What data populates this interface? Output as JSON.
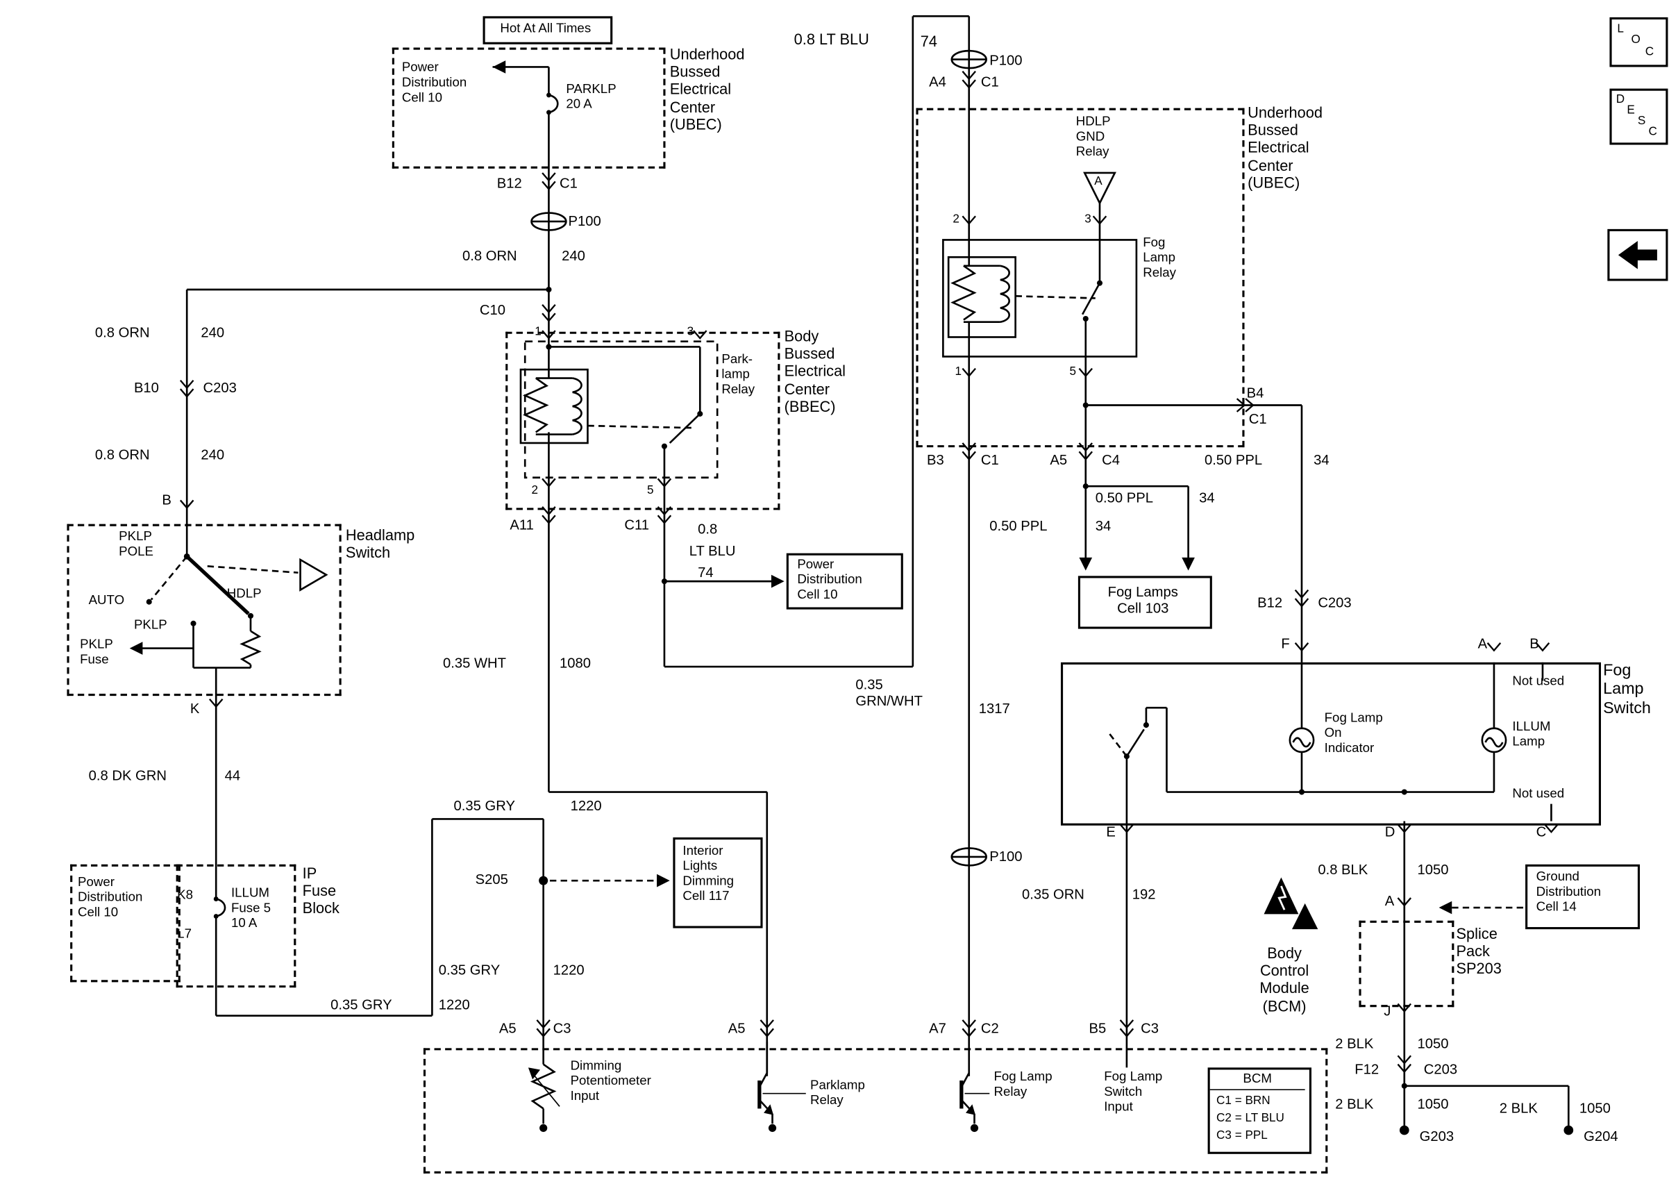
{
  "nav": {
    "loc": [
      "L",
      "O",
      "C"
    ],
    "desc": [
      "D",
      "E",
      "S",
      "C"
    ]
  },
  "note": "Hot At All Times",
  "boxes": {
    "ubec_left": "Underhood Bussed Electrical Center (UBEC)",
    "bbec": "Body Bussed Electrical Center (BBEC)",
    "ubec_right": "Underhood Bussed Electrical Center (UBEC)",
    "headlamp_switch": "Headlamp Switch",
    "ip_fuse_block": "IP Fuse Block",
    "fog_lamp_switch": "Fog Lamp Switch",
    "splice_pack": "Splice Pack SP203",
    "bcm": "Body Control Module (BCM)"
  },
  "refs": {
    "power_dist_ubec": "Power Distribution Cell 10",
    "power_dist_center": "Power Distribution Cell 10",
    "power_dist_ip": "Power Distribution Cell 10",
    "interior_dim": "Interior Lights Dimming Cell 117",
    "fog_lamps": "Fog Lamps Cell 103",
    "ground_dist": "Ground Distribution Cell 14"
  },
  "relays": {
    "park": "Park- lamp Relay",
    "fog": "Fog Lamp Relay",
    "hdlp_gnd": "HDLP GND Relay",
    "hdlp_gnd_term": "A"
  },
  "fuses": {
    "parklp": "PARKLP 20 A",
    "illum": "ILLUM Fuse 5 10 A"
  },
  "headlamp": {
    "pole": "PKLP POLE",
    "auto": "AUTO",
    "hdlp": "HDLP",
    "pklp": "PKLP",
    "pklp_fuse": "PKLP Fuse"
  },
  "wires": {
    "orn_a": {
      "spec": "0.8 ORN",
      "circuit": "240"
    },
    "orn_b": {
      "spec": "0.8 ORN",
      "circuit": "240"
    },
    "orn_c": {
      "spec": "0.8 ORN",
      "circuit": "240"
    },
    "dk_grn": {
      "spec": "0.8 DK GRN",
      "circuit": "44"
    },
    "gry_a": {
      "spec": "0.35 GRY",
      "circuit": "1220"
    },
    "gry_b": {
      "spec": "0.35 GRY",
      "circuit": "1220"
    },
    "gry_c": {
      "spec": "0.35 GRY",
      "circuit": "1220"
    },
    "wht": {
      "spec": "0.35 WHT",
      "circuit": "1080"
    },
    "lt_blu_top": {
      "spec": "0.8 LT BLU",
      "circuit": "74"
    },
    "lt_blu_branch": [
      "0.8",
      "LT BLU",
      "74"
    ],
    "grn_wht": {
      "spec": "0.35 GRN/WHT",
      "circuit": "1317"
    },
    "ppl_a": {
      "spec": "0.50 PPL",
      "circuit": "34"
    },
    "ppl_b": {
      "spec": "0.50 PPL",
      "circuit": "34"
    },
    "ppl_c": {
      "spec": "0.50 PPL",
      "circuit": "34"
    },
    "orn_192": {
      "spec": "0.35 ORN",
      "circuit": "192"
    },
    "blk": {
      "spec": "0.8 BLK",
      "circuit": "1050"
    },
    "blk_2a": {
      "spec": "2 BLK",
      "circuit": "1050"
    },
    "blk_2b": {
      "spec": "2 BLK",
      "circuit": "1050"
    },
    "blk_2c": {
      "spec": "2 BLK",
      "circuit": "1050"
    }
  },
  "connectors": {
    "p100": "P100",
    "b12": "B12",
    "c1_a": "C1",
    "c10": "C10",
    "b10": "B10",
    "c203_a": "C203",
    "b": "B",
    "k": "K",
    "k8": "K8",
    "l7": "L7",
    "a11": "A11",
    "c11": "C11",
    "a4": "A4",
    "c1_b": "C1",
    "b3": "B3",
    "c1_c": "C1",
    "a5_ubec": "A5",
    "c4": "C4",
    "b4": "B4",
    "c1_d": "C1",
    "b12_b": "B12",
    "c203_b": "C203",
    "s205": "S205",
    "splice_a": "A",
    "splice_j": "J",
    "f12": "F12",
    "c203_c": "C203",
    "g203": "G203",
    "g204": "G204",
    "bcm_a5": "A5",
    "bcm_c3": "C3",
    "bcm_a5b": "A5",
    "bcm_a7": "A7",
    "bcm_c2": "C2",
    "bcm_b5": "B5",
    "bcm_c3b": "C3"
  },
  "bbec_pins": {
    "p1": "1",
    "p3": "3",
    "p2": "2",
    "p5": "5"
  },
  "ubec_pins": {
    "p2": "2",
    "p3": "3",
    "p1": "1",
    "p5": "5"
  },
  "fog_switch": {
    "terms": {
      "f": "F",
      "a": "A",
      "b": "B",
      "e": "E",
      "d": "D",
      "c": "C"
    },
    "not_used": "Not used",
    "on_indicator": "Fog Lamp On Indicator",
    "illum_lamp": "ILLUM Lamp"
  },
  "bcm": {
    "dimming_input": "Dimming Potentiometer Input",
    "parklamp_relay": "Parklamp Relay",
    "fog_lamp_relay": "Fog Lamp Relay",
    "switch_input": "Fog Lamp Switch Input",
    "legend_title": "BCM",
    "legend": [
      "C1 = BRN",
      "C2 = LT BLU",
      "C3 = PPL"
    ]
  }
}
